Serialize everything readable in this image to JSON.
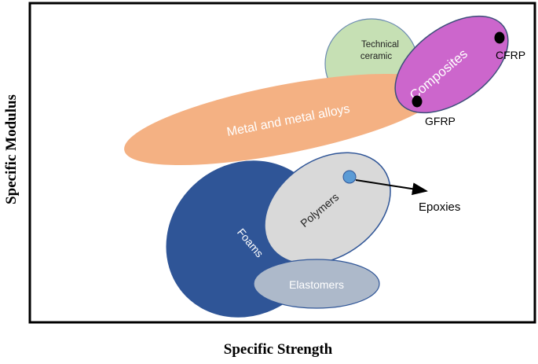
{
  "axes": {
    "x_title": "Specific Strength",
    "y_title": "Specific Modulus"
  },
  "regions": {
    "technical_ceramic": {
      "line1": "Technical",
      "line2": "ceramic"
    },
    "composites": "Composites",
    "metal_alloys": "Metal and metal alloys",
    "foams": "Foams",
    "polymers": "Polymers",
    "elastomers": "Elastomers"
  },
  "points": {
    "cfrp": "CFRP",
    "gfrp": "GFRP",
    "epoxies": "Epoxies"
  },
  "colors": {
    "technical_ceramic": "#c6e0b4",
    "composites": "#cc66cc",
    "metal_alloys": "#f4b183",
    "foams": "#2f5597",
    "polymers": "#d9d9d9",
    "elastomers": "#adb9ca",
    "epoxy_point": "#5b9bd5",
    "frame": "#000000"
  }
}
